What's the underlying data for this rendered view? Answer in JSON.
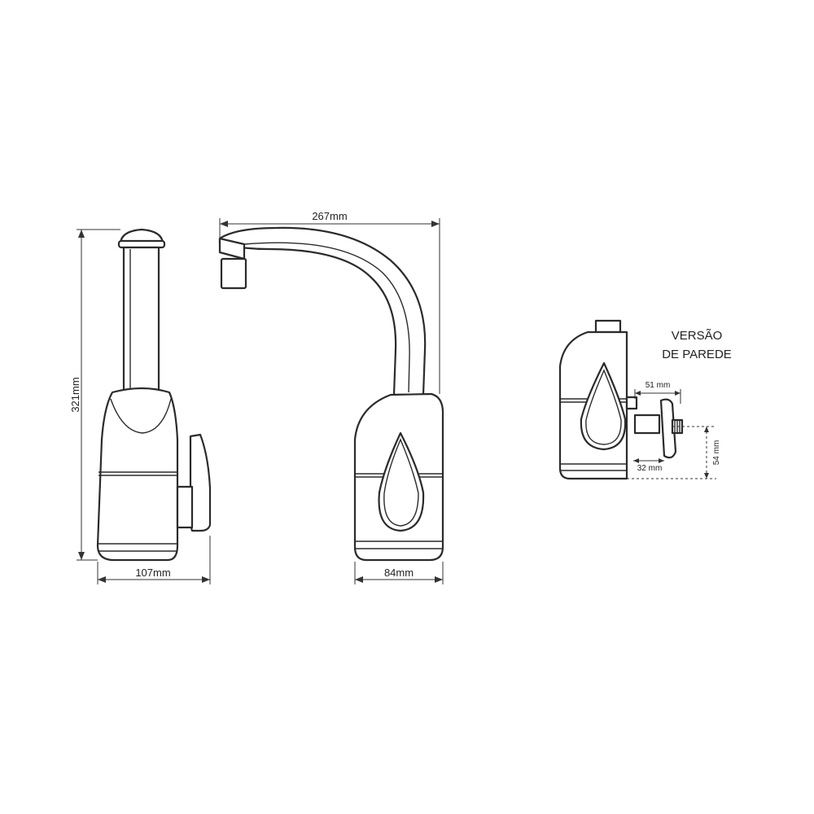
{
  "dimensions": {
    "height": "321mm",
    "side_width": "107mm",
    "reach": "267mm",
    "front_width": "84mm",
    "wall_depth": "51 mm",
    "wall_inner": "32 mm",
    "wall_height": "54 mm"
  },
  "wall_version": {
    "line1": "VERSÃO",
    "line2": "DE PAREDE"
  },
  "colors": {
    "stroke": "#2b2b2b",
    "background": "#ffffff"
  }
}
